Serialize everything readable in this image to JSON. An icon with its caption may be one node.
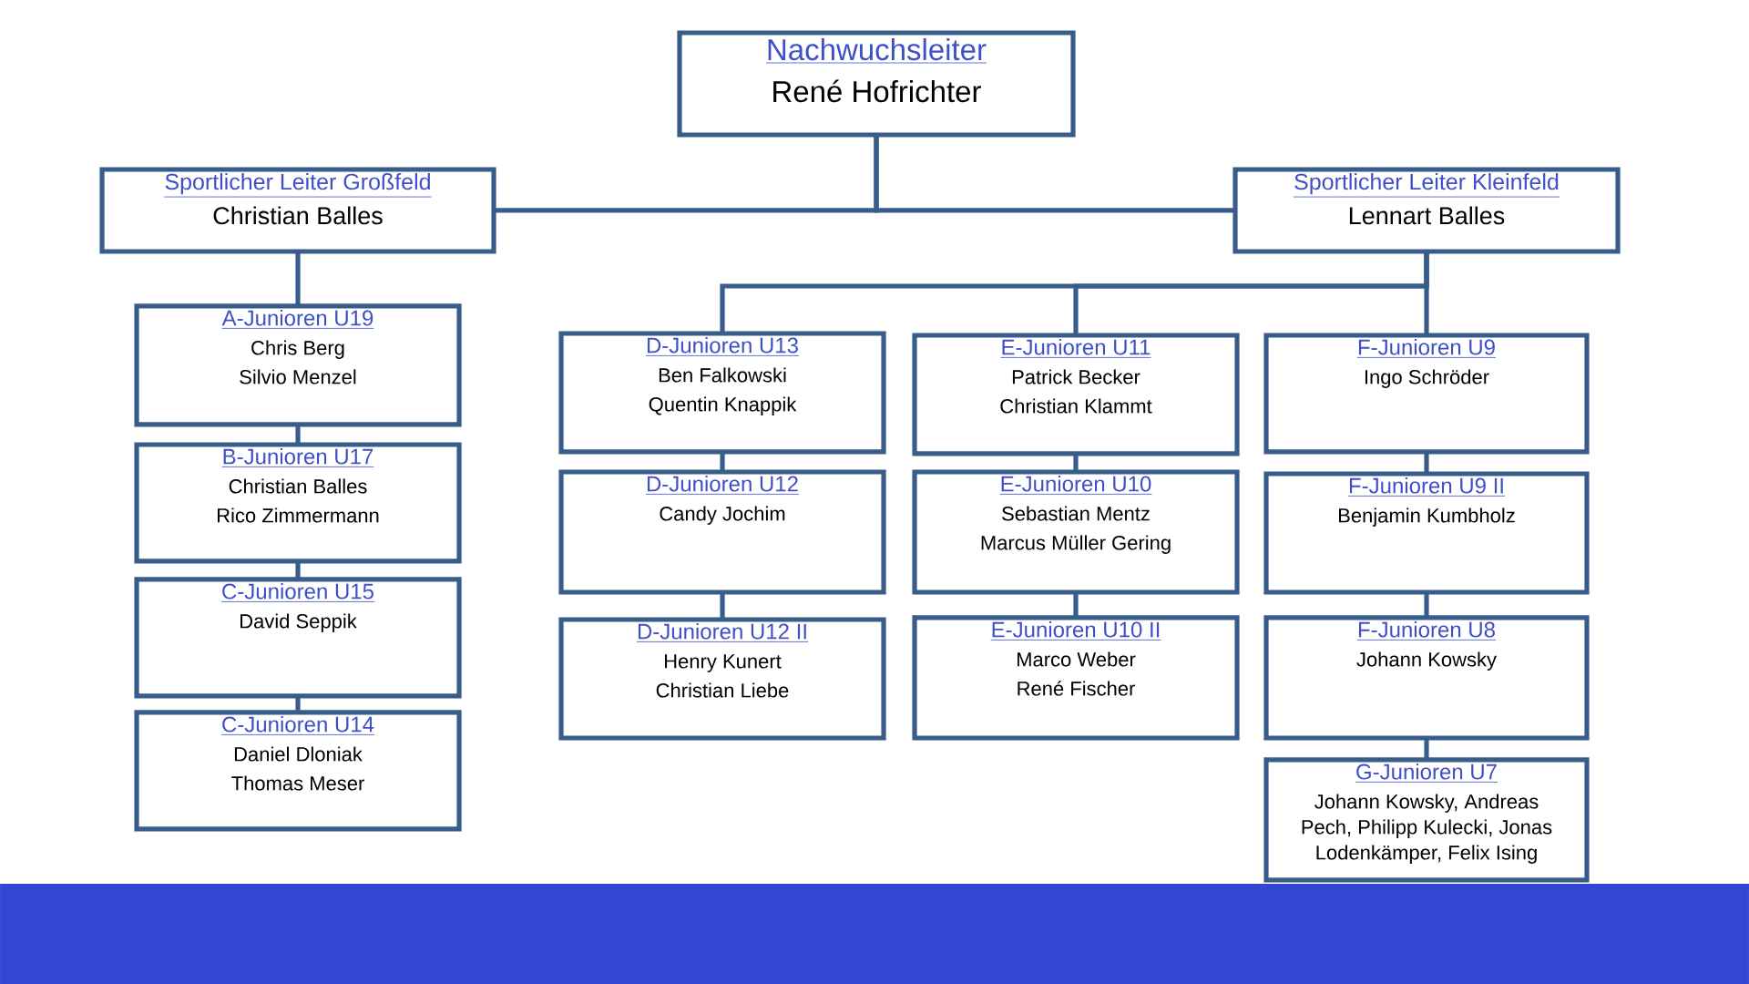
{
  "diagram": {
    "nodes": [
      {
        "text": [
          "Nachwuchsleiter",
          "René Hofrichter"
        ]
      },
      {
        "text": [
          "Sportlicher Leiter Großfeld",
          "Christian Balles"
        ]
      },
      {
        "text": [
          "Sportlicher Leiter Kleinfeld",
          "Lennart Balles"
        ]
      },
      {
        "text": [
          "A-Junioren U19",
          "Chris Berg",
          "Silvio Menzel"
        ]
      },
      {
        "text": [
          "B-Junioren U17",
          "Christian Balles",
          "Rico Zimmermann"
        ]
      },
      {
        "text": [
          "C-Junioren U15",
          "David Seppik"
        ]
      },
      {
        "text": [
          "C-Junioren U14",
          "Daniel Dloniak",
          "Thomas Meser"
        ]
      },
      {
        "text": [
          "D-Junioren U13",
          "Ben Falkowski",
          "Quentin Knappik"
        ]
      },
      {
        "text": [
          "D-Junioren U12",
          "Candy Jochim"
        ]
      },
      {
        "text": [
          "D-Junioren U12 II",
          "Henry Kunert",
          "Christian Liebe"
        ]
      },
      {
        "text": [
          "E-Junioren U11",
          "Patrick Becker",
          "Christian Klammt"
        ]
      },
      {
        "text": [
          "E-Junioren U10",
          "Sebastian Mentz",
          "Marcus Müller Gering"
        ]
      },
      {
        "text": [
          "E-Junioren U10 II",
          "Marco Weber",
          "René Fischer"
        ]
      },
      {
        "text": [
          "F-Junioren U9",
          "Ingo Schröder"
        ]
      },
      {
        "text": [
          "F-Junioren U9 II",
          "Benjamin Kumbholz"
        ]
      },
      {
        "text": [
          "F-Junioren U8",
          "Johann Kowsky"
        ]
      },
      {
        "text": [
          "G-Junioren U7",
          "Johann Kowsky, Andreas Pech, Philipp Kulecki, Jonas Lodenkämper, Felix Ising"
        ]
      }
    ],
    "edges": [
      {
        "from": 0,
        "to": 1,
        "arrow": "none"
      },
      {
        "from": 0,
        "to": 2,
        "arrow": "none"
      },
      {
        "from": 1,
        "to": 3,
        "arrow": "none"
      },
      {
        "from": 3,
        "to": 4,
        "arrow": "none"
      },
      {
        "from": 4,
        "to": 5,
        "arrow": "none"
      },
      {
        "from": 5,
        "to": 6,
        "arrow": "none"
      },
      {
        "from": 2,
        "to": 7,
        "arrow": "none"
      },
      {
        "from": 2,
        "to": 10,
        "arrow": "none"
      },
      {
        "from": 2,
        "to": 13,
        "arrow": "none"
      },
      {
        "from": 7,
        "to": 8,
        "arrow": "none"
      },
      {
        "from": 8,
        "to": 9,
        "arrow": "none"
      },
      {
        "from": 10,
        "to": 11,
        "arrow": "none"
      },
      {
        "from": 11,
        "to": 12,
        "arrow": "none"
      },
      {
        "from": 13,
        "to": 14,
        "arrow": "none"
      },
      {
        "from": 14,
        "to": 15,
        "arrow": "none"
      },
      {
        "from": 15,
        "to": 16,
        "arrow": "none"
      }
    ]
  }
}
